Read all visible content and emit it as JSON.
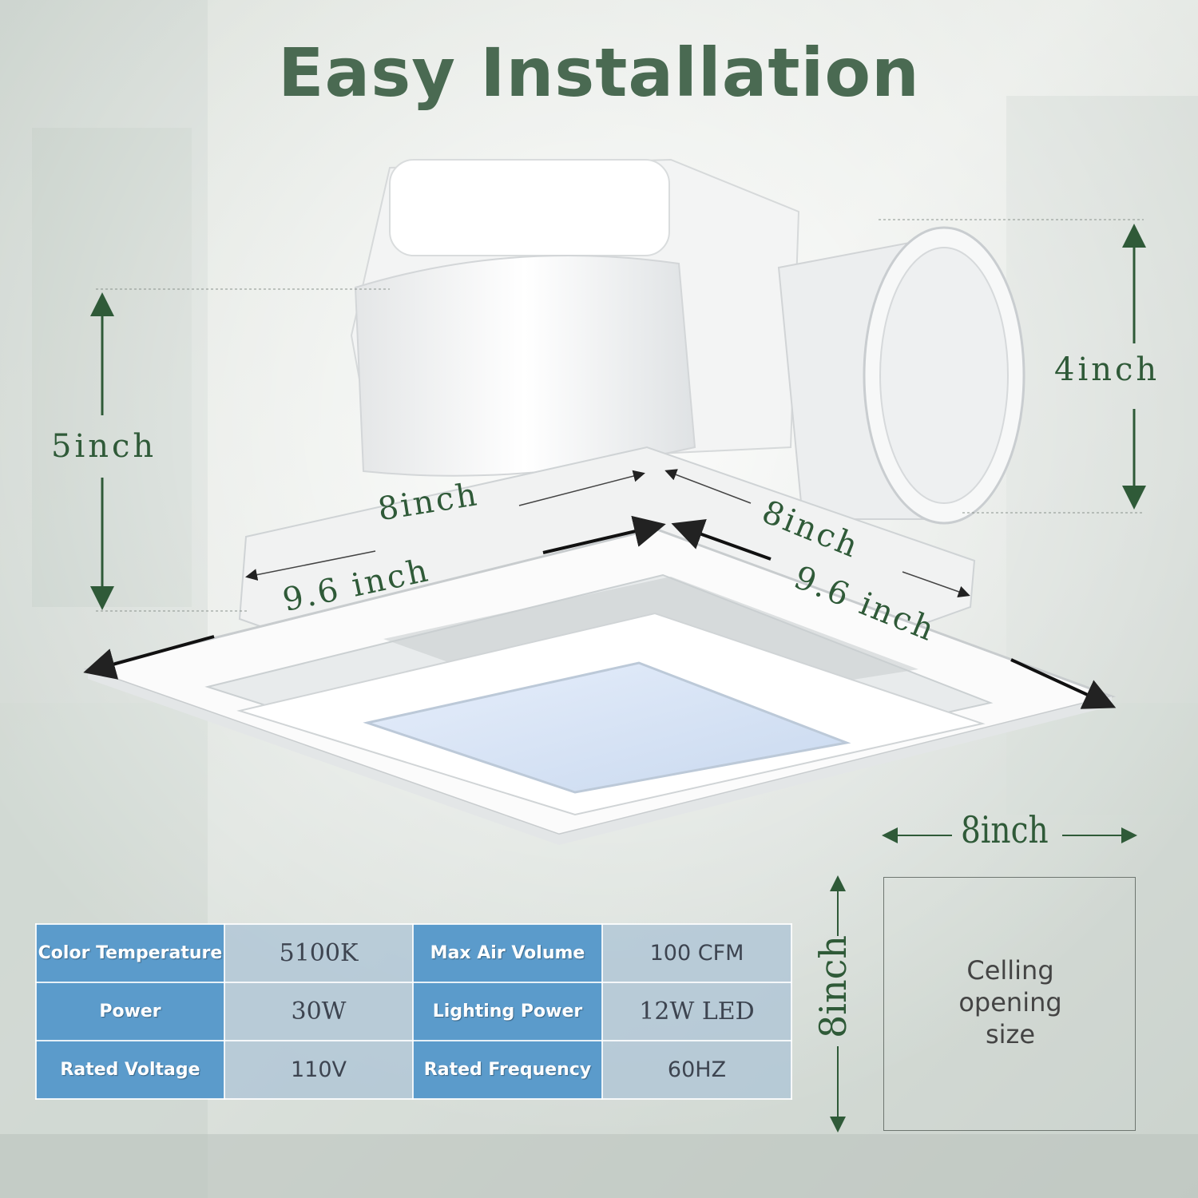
{
  "title": "Easy Installation",
  "dimensions": {
    "height_left": "5inch",
    "duct_height": "4inch",
    "body_width_left": "8inch",
    "panel_width_left": "9.6 inch",
    "body_width_right": "8inch",
    "panel_width_right": "9.6 inch",
    "opening_width": "8inch",
    "opening_height": "8inch"
  },
  "opening_label_lines": [
    "Celling",
    "opening",
    "size"
  ],
  "specs": [
    {
      "label": "Color Temperature",
      "value": "5100K"
    },
    {
      "label": "Max Air Volume",
      "value": "100 CFM"
    },
    {
      "label": "Power",
      "value": "30W"
    },
    {
      "label": "Lighting Power",
      "value": "12W LED"
    },
    {
      "label": "Rated Voltage",
      "value": "110V"
    },
    {
      "label": "Rated Frequency",
      "value": "60HZ"
    }
  ],
  "colors": {
    "title": "#4a6a52",
    "dimension_text": "#2f5a38",
    "spec_label_bg": "#5b9bcb",
    "spec_value_bg": "#b0c6d6"
  },
  "icons": [
    "bathroom-exhaust-fan-illustration"
  ]
}
